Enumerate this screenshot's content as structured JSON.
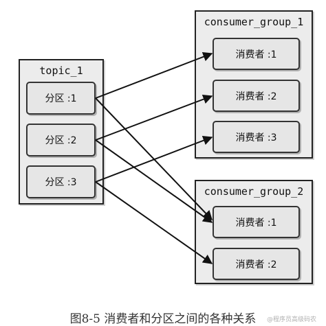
{
  "topic": {
    "title": "topic_1",
    "partitions": [
      "分区 :1",
      "分区 :2",
      "分区 :3"
    ]
  },
  "groups": [
    {
      "title": "consumer_group_1",
      "consumers": [
        "消费者 :1",
        "消费者 :2",
        "消费者 :3"
      ]
    },
    {
      "title": "consumer_group_2",
      "consumers": [
        "消费者 :1",
        "消费者 :2"
      ]
    }
  ],
  "edges": [
    {
      "from": "topic.partitions.0",
      "to": "groups.0.consumers.0"
    },
    {
      "from": "topic.partitions.1",
      "to": "groups.0.consumers.1"
    },
    {
      "from": "topic.partitions.2",
      "to": "groups.0.consumers.2"
    },
    {
      "from": "topic.partitions.0",
      "to": "groups.1.consumers.0"
    },
    {
      "from": "topic.partitions.1",
      "to": "groups.1.consumers.0"
    },
    {
      "from": "topic.partitions.2",
      "to": "groups.1.consumers.1"
    }
  ],
  "caption": "图8-5   消费者和分区之间的各种关系",
  "watermark": "@程序员高级码农"
}
